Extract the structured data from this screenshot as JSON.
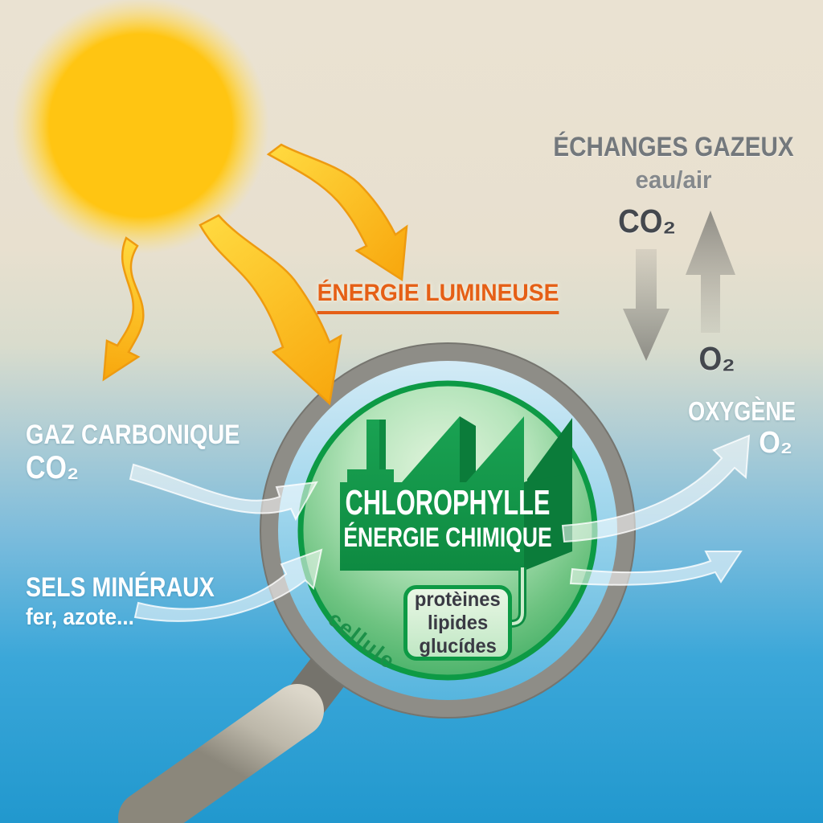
{
  "colors": {
    "background_top": "#e9e1d1",
    "background_bottom": "#1f98cd",
    "sun_yellow": "#ffc512",
    "ray_orange": "#f5a50f",
    "accent_orange": "#e55f16",
    "leaf_green": "#149a4b",
    "dark_green": "#0d8c42",
    "ring_gray": "#8e8d87",
    "label_gray": "#73787c",
    "white": "#ffffff"
  },
  "gas_exchange": {
    "title": "ÉCHANGES GAZEUX",
    "subtitle": "eau/air",
    "co2": "CO₂",
    "o2": "O₂"
  },
  "light_energy": {
    "label": "ÉNERGIE LUMINEUSE"
  },
  "carbon_input": {
    "name": "GAZ CARBONIQUE",
    "formula": "CO₂"
  },
  "mineral_input": {
    "name": "SELS MINÉRAUX",
    "detail": "fer, azote..."
  },
  "cell": {
    "label": "cellule",
    "factory_title": "CHLOROPHYLLE",
    "factory_subtitle": "ÉNERGIE CHIMIQUE",
    "products": [
      "protèines",
      "lipides",
      "glucídes"
    ]
  },
  "oxygen_output": {
    "name": "OXYGÈNE",
    "formula": "O₂"
  }
}
